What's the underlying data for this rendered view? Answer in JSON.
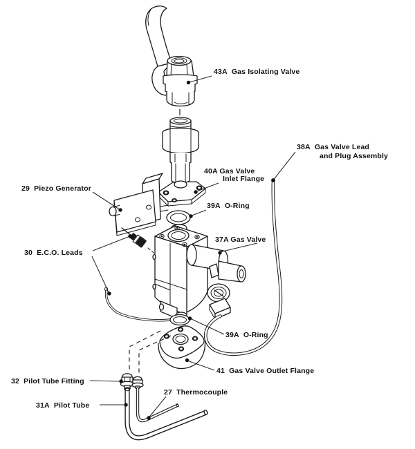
{
  "meta": {
    "type": "exploded-parts-diagram",
    "subject": "Gas control valve assembly",
    "background_color": "#ffffff",
    "line_color": "#1a1a1a",
    "text_color": "#111111"
  },
  "parts": {
    "gas_isolating_valve": {
      "number": "43A",
      "name": "Gas Isolating Valve",
      "label": "43A  Gas Isolating Valve"
    },
    "gas_valve_inlet_flange": {
      "number": "40A",
      "name": "Gas Valve Inlet Flange",
      "label_line1": "40A Gas Valve",
      "label_line2": "Inlet Flange"
    },
    "piezo_generator": {
      "number": "29",
      "name": "Piezo Generator",
      "label": "29  Piezo Generator"
    },
    "oring_upper": {
      "number": "39A",
      "name": "O-Ring",
      "label": "39A  O-Ring"
    },
    "gas_valve_lead_plug": {
      "number": "38A",
      "name": "Gas Valve Lead and Plug Assembly",
      "label_line1": "38A  Gas Valve Lead",
      "label_line2": "and Plug Assembly"
    },
    "gas_valve": {
      "number": "37A",
      "name": "Gas Valve",
      "label": "37A Gas Valve"
    },
    "eco_leads": {
      "number": "30",
      "name": "E.C.O. Leads",
      "label": "30  E.C.O. Leads"
    },
    "oring_lower": {
      "number": "39A",
      "name": "O-Ring",
      "label": "39A  O-Ring"
    },
    "gas_valve_outlet_flange": {
      "number": "41",
      "name": "Gas Valve Outlet Flange",
      "label": "41  Gas Valve Outlet Flange"
    },
    "pilot_tube_fitting": {
      "number": "32",
      "name": "Pilot Tube Fitting",
      "label": "32  Pilot Tube Fitting"
    },
    "thermocouple": {
      "number": "27",
      "name": "Thermocouple",
      "label": "27  Thermocouple"
    },
    "pilot_tube": {
      "number": "31A",
      "name": "Pilot Tube",
      "label": "31A  Pilot Tube"
    }
  }
}
